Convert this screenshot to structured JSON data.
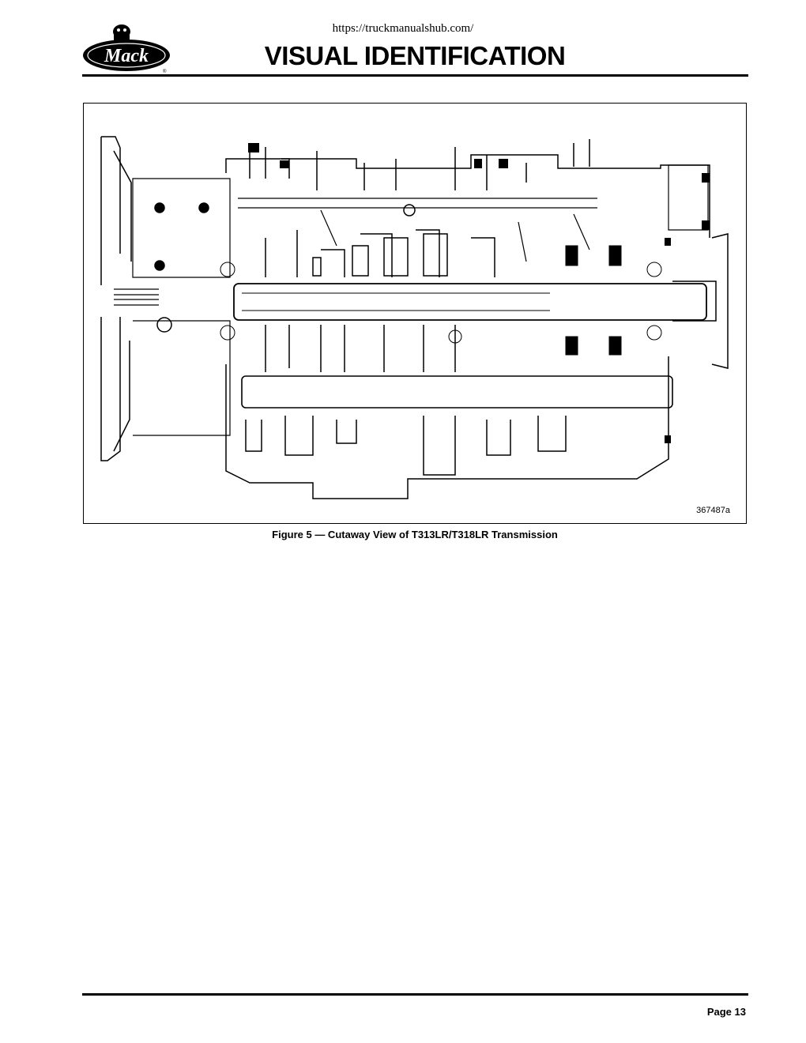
{
  "header": {
    "url": "https://truckmanualshub.com/",
    "logo_text": "Mack",
    "title": "VISUAL IDENTIFICATION"
  },
  "figure": {
    "code": "367487a",
    "caption": "Figure 5 — Cutaway View of T313LR/T318LR Transmission",
    "icon": "transmission-cutaway-drawing"
  },
  "footer": {
    "page": "Page 13"
  }
}
